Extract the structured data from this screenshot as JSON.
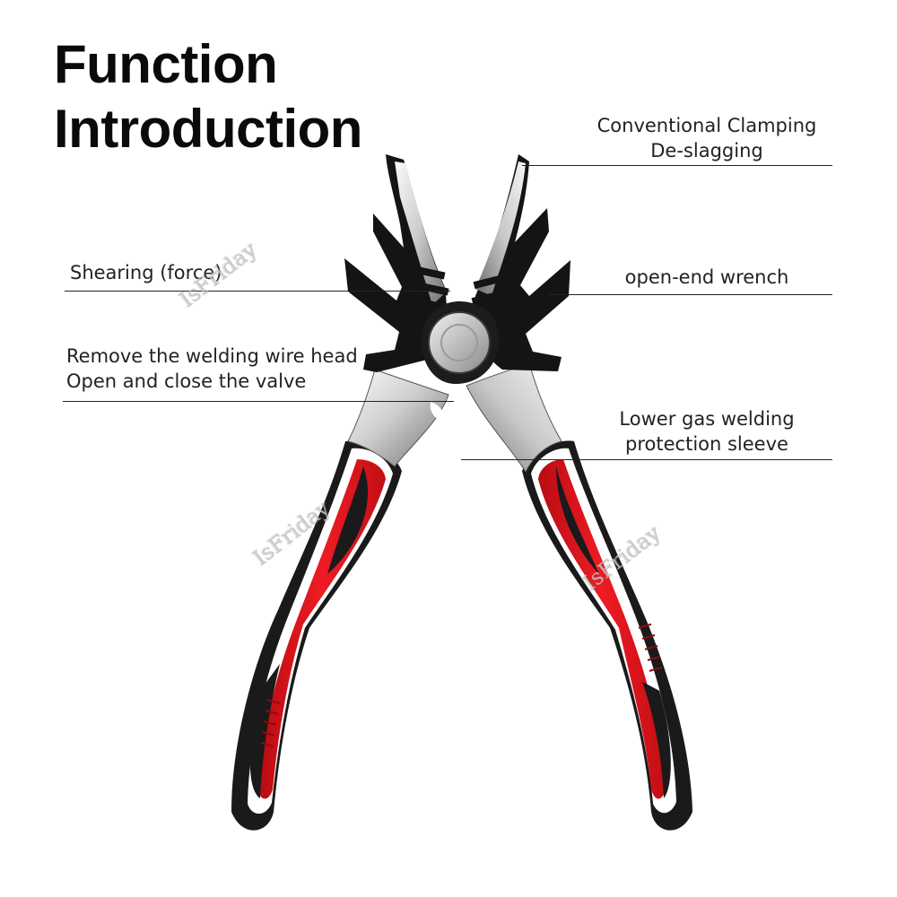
{
  "title": {
    "line1": "Function",
    "line2": "Introduction"
  },
  "labels": {
    "conventional_clamping": "Conventional Clamping",
    "de_slagging": "De-slagging",
    "shearing": "Shearing (force)",
    "open_end_wrench": "open-end wrench",
    "remove_wire_head": "Remove the welding wire head",
    "open_close_valve": "Open and close the valve",
    "lower_gas_welding": "Lower gas welding",
    "protection_sleeve": "protection sleeve"
  },
  "watermark": {
    "text": "IsFriday"
  },
  "colors": {
    "handle_red": "#e8121b",
    "handle_black": "#1a1a1a",
    "steel_light": "#e4e4e4",
    "steel_dark": "#7a7a7a",
    "jaw_black": "#141414"
  }
}
